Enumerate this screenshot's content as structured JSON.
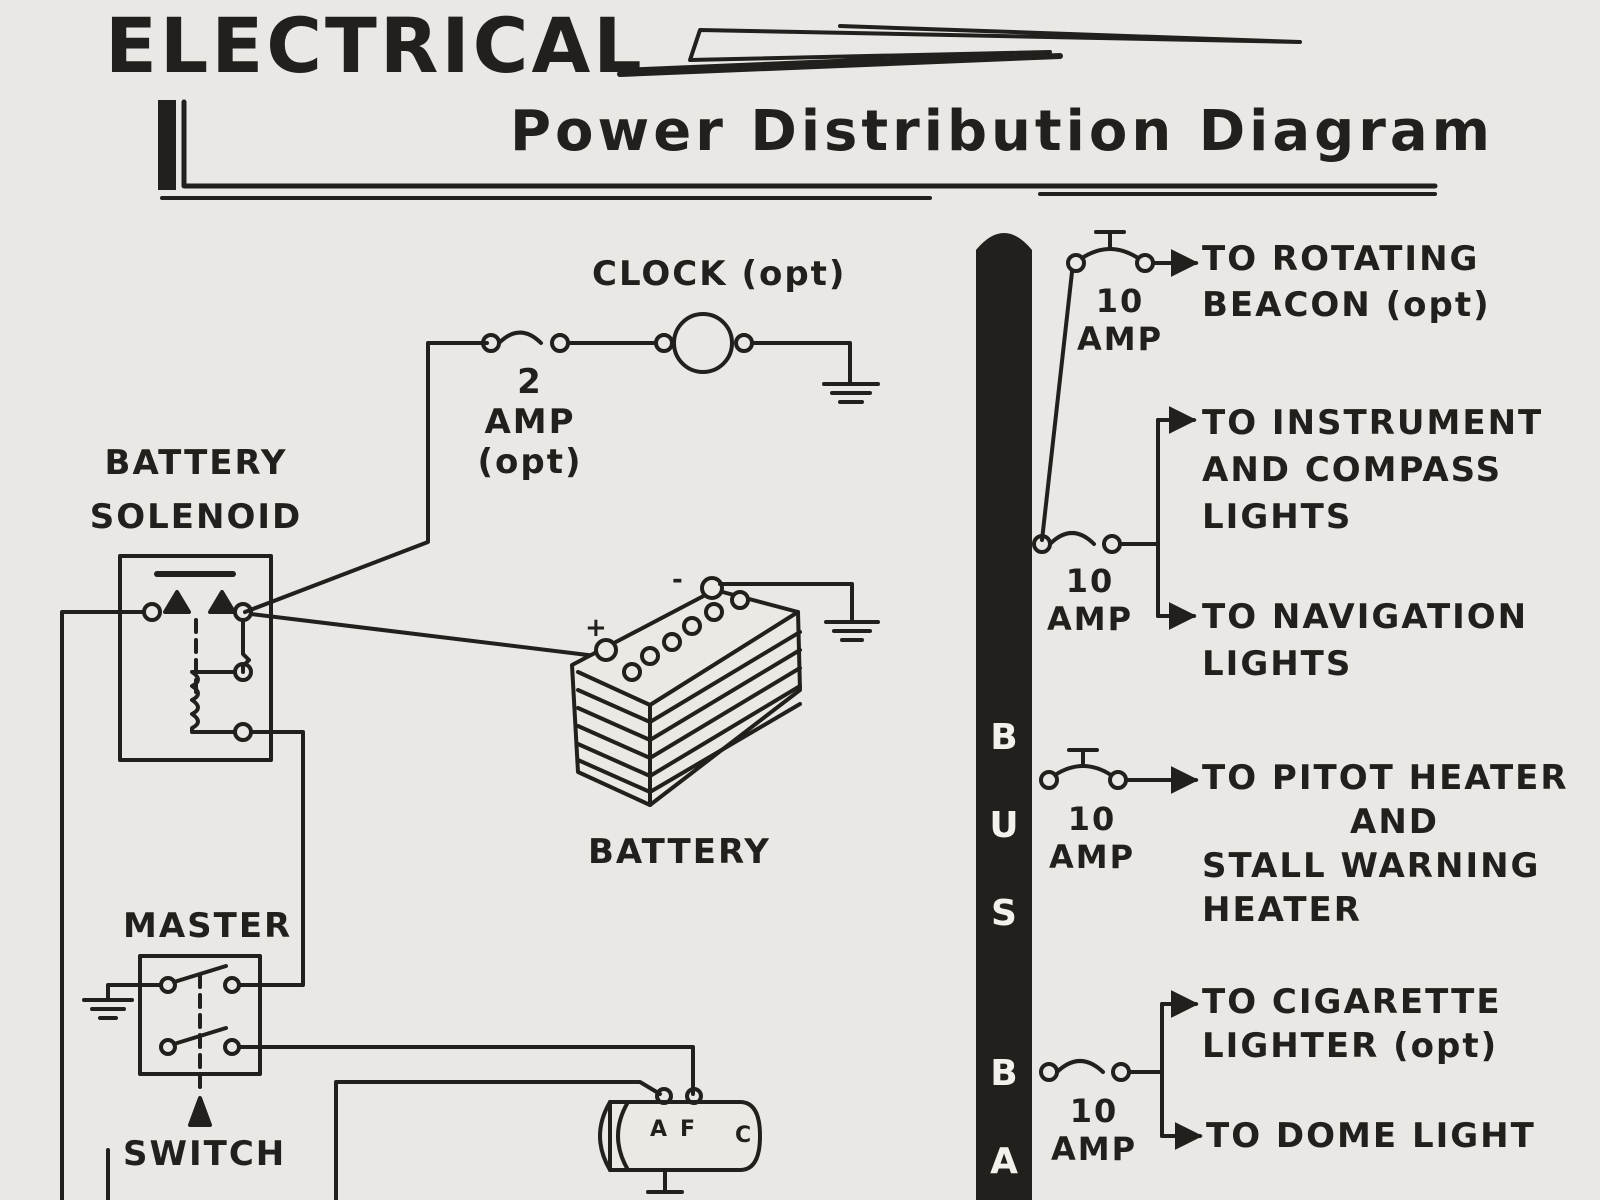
{
  "header": {
    "title": "ELECTRICAL",
    "subtitle": "Power Distribution Diagram"
  },
  "components": {
    "clock": "CLOCK (opt)",
    "clock_fuse": [
      "2",
      "AMP",
      "(opt)"
    ],
    "battery_solenoid": [
      "BATTERY",
      "SOLENOID"
    ],
    "battery": "BATTERY",
    "battery_pos": "+",
    "battery_neg": "-",
    "master_switch_top": "MASTER",
    "master_switch_bottom": "SWITCH",
    "generator_terminals": [
      "A",
      "F",
      "C"
    ]
  },
  "bus": {
    "letters": [
      "B",
      "U",
      "S",
      "B",
      "A"
    ]
  },
  "circuits": [
    {
      "rating": [
        "10",
        "AMP"
      ],
      "lines": [
        "TO ROTATING",
        "BEACON (opt)"
      ]
    },
    {
      "rating": [
        "10",
        "AMP"
      ],
      "lines": [
        "TO INSTRUMENT",
        "AND COMPASS",
        "LIGHTS"
      ]
    },
    {
      "rating": [],
      "lines": [
        "TO NAVIGATION",
        "LIGHTS"
      ]
    },
    {
      "rating": [
        "10",
        "AMP"
      ],
      "lines": [
        "TO PITOT HEATER",
        "AND",
        "STALL WARNING",
        "HEATER"
      ]
    },
    {
      "rating": [
        "10",
        "AMP"
      ],
      "lines": [
        "TO CIGARETTE",
        "LIGHTER (opt)"
      ]
    },
    {
      "rating": [],
      "lines": [
        "TO DOME LIGHT"
      ]
    }
  ],
  "colors": {
    "paper": "#e9e8e4",
    "ink": "#231f1c",
    "bus_text": "#f2f1ec"
  }
}
